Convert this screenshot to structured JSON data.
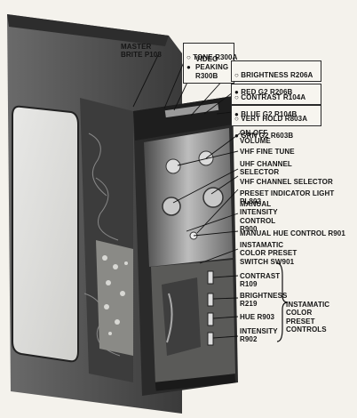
{
  "labels": {
    "master_brite": "MASTER\nBRITE P108",
    "tone": "TONE R300A",
    "video_peaking": "VIDEO\nPEAKING\nR300B",
    "brightness": "BRIGHTNESS R206A",
    "red_g2": "RED G2 R206B",
    "contrast_top": "CONTRAST R104A",
    "blue_g2": "BLUE G2 R104B",
    "vert_hold": "VERT HOLD R803A",
    "grn_g2": "GRN G2 R603B",
    "on_off": "ON-OFF\nVOLUME",
    "vhf_fine": "VHF FINE TUNE",
    "uhf_channel": "UHF CHANNEL\nSELECTOR",
    "vhf_channel": "VHF CHANNEL SELECTOR",
    "preset_light": "PRESET INDICATOR LIGHT PL802",
    "manual_intensity": "MANUAL\nINTENSITY\nCONTROL\nR900",
    "manual_hue": "MANUAL HUE CONTROL R901",
    "instamatic_switch": "INSTAMATIC\nCOLOR PRESET\nSWITCH SW901",
    "contrast_bottom": "CONTRAST\nR109",
    "brightness_bottom": "BRIGHTNESS\nR219",
    "hue": "HUE R903",
    "intensity": "INTENSITY\nR902",
    "instamatic_group": "INSTAMATIC COLOR\nPRESET CONTROLS"
  },
  "colors": {
    "ink": "#151515",
    "paper": "#f4f2ec"
  }
}
